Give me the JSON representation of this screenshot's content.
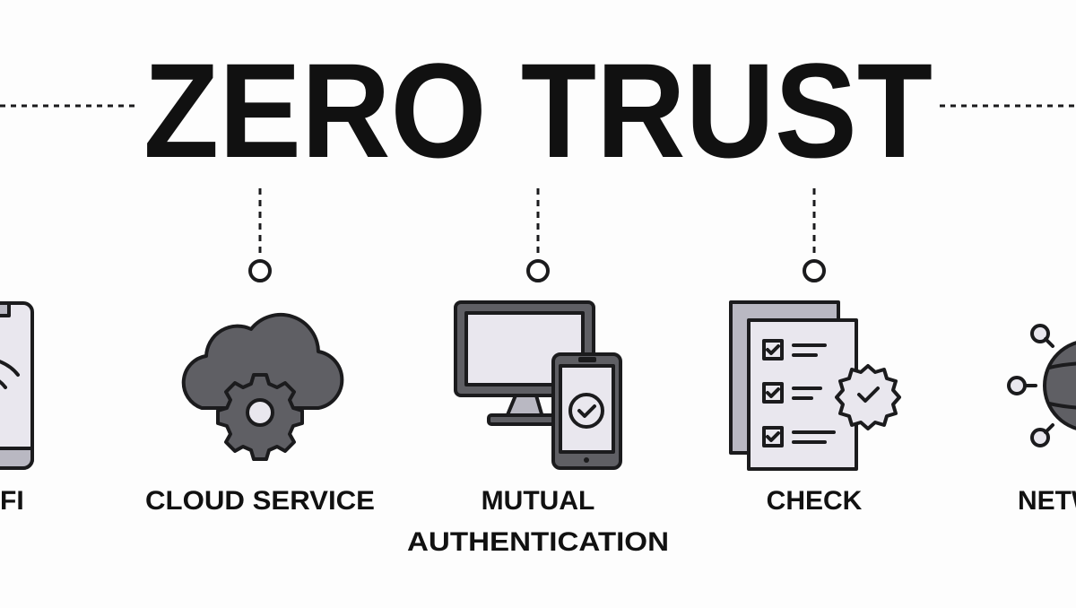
{
  "title": "ZERO TRUST",
  "items": [
    {
      "label": "FI",
      "icon": "phone-wifi-icon"
    },
    {
      "label": "CLOUD SERVICE",
      "icon": "cloud-gear-icon"
    },
    {
      "label_line1": "MUTUAL",
      "label_line2": "AUTHENTICATION",
      "icon": "monitor-phone-check-icon"
    },
    {
      "label": "CHECK",
      "icon": "checklist-badge-icon"
    },
    {
      "label": "NETW",
      "icon": "globe-network-icon"
    }
  ],
  "colors": {
    "ink": "#1b1b1d",
    "dark_fill": "#5f5f64",
    "light_fill": "#e9e7ee",
    "mid_fill": "#b9b8c2",
    "background": "#fdfdfd"
  }
}
